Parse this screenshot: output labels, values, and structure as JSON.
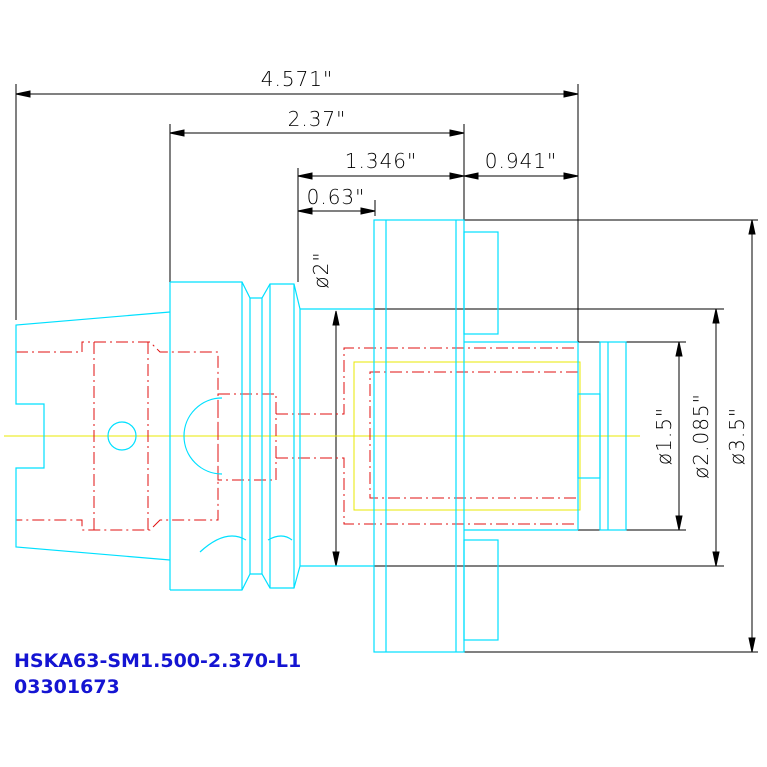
{
  "dimensions": {
    "overall_length": "4.571\"",
    "gauge_length": "2.37\"",
    "body_length": "1.346\"",
    "projection_length": "0.941\"",
    "flange_offset": "0.63\"",
    "shank_diameter": "ø2\"",
    "bore_diameter": "ø1.5\"",
    "body_diameter": "ø2.085\"",
    "flange_diameter": "ø3.5\""
  },
  "label": {
    "part_number": "HSKA63-SM1.500-2.370-L1",
    "catalog_number": "03301673"
  },
  "colors": {
    "outline": "#00e0ff",
    "hidden": "#e01010",
    "centerline": "#e8e800",
    "dimension": "#000000",
    "text_label": "#1414d2"
  }
}
